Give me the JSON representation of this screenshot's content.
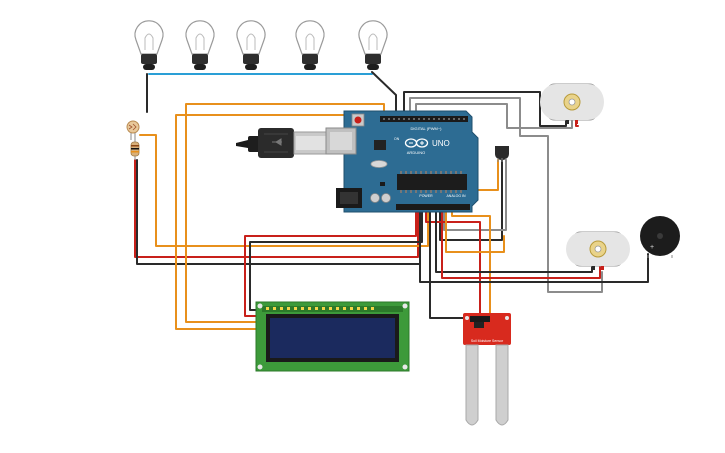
{
  "arduino": {
    "brand": "ARDUINO",
    "model": "UNO",
    "header_digital": "DIGITAL (PWM~)",
    "header_power": "POWER",
    "header_analog": "ANALOG IN",
    "on_label": "ON"
  },
  "sensor": {
    "label": "Soil Moisture Sensor"
  },
  "colors": {
    "wire_red": "#c8201a",
    "wire_black": "#2a2a2a",
    "wire_orange": "#e8901c",
    "wire_gray": "#8c8c8c",
    "wire_blue": "#2a9fd6",
    "arduino_board": "#2d6c93",
    "lcd_board": "#3d9a3a",
    "lcd_screen": "#1b2a5e",
    "sensor_board": "#d82a1e"
  },
  "icons": [
    "bulb-icon",
    "usb-cable-icon",
    "photoresistor-icon",
    "resistor-icon",
    "dc-motor-icon",
    "buzzer-icon",
    "temperature-sensor-icon"
  ]
}
